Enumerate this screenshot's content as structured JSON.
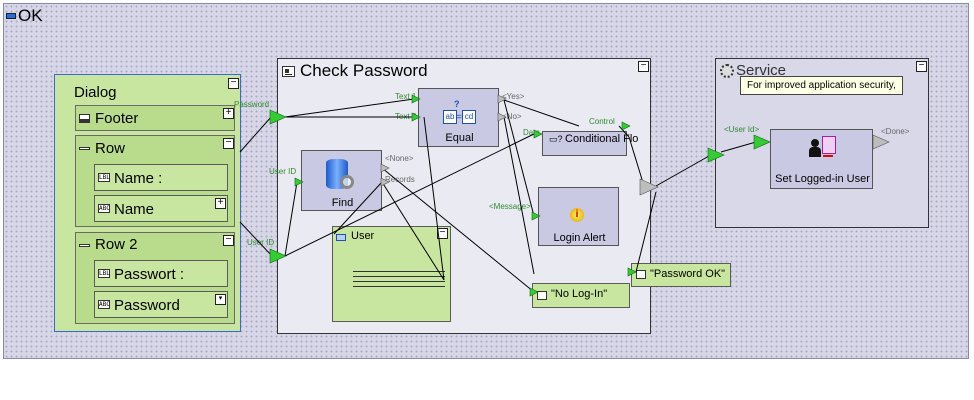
{
  "canvas": {
    "title": "OK"
  },
  "dialog": {
    "title": "Dialog",
    "footer": "Footer",
    "row1": {
      "title": "Row",
      "label": "Name :",
      "field": "Name"
    },
    "row2": {
      "title": "Row 2",
      "label": "Passwort :",
      "field": "Password"
    }
  },
  "check_password": {
    "title": "Check Password",
    "find": {
      "label": "Find",
      "port_in": "User ID",
      "port_none": "<None>",
      "port_records": "Records"
    },
    "equal": {
      "label": "Equal",
      "port_text1": "Text 1",
      "port_text2": "Text 2",
      "port_yes": "<Yes>",
      "port_no": "<No>"
    },
    "conditional": {
      "label": "Conditional Flo",
      "port_data": "Data",
      "port_control": "Control"
    },
    "login_alert": {
      "label": "Login Alert",
      "port_message": "<Message>"
    },
    "user_table": {
      "label": "User"
    },
    "no_login": {
      "label": "\"No Log-In\""
    },
    "port_password": "Password",
    "port_userid": "User ID"
  },
  "password_ok": {
    "label": "\"Password OK\""
  },
  "service": {
    "title": "Service",
    "tooltip": "For improved application security,",
    "set_user": {
      "label": "Set Logged-in User",
      "port_in": "<User Id>",
      "port_done": "<Done>"
    }
  },
  "badges": {
    "lbl": "LBL",
    "abc": "ABC"
  },
  "colors": {
    "port_green": "#33cc33",
    "canvas_bg": "#d6d6e6",
    "group_green": "#c8e6a0"
  }
}
